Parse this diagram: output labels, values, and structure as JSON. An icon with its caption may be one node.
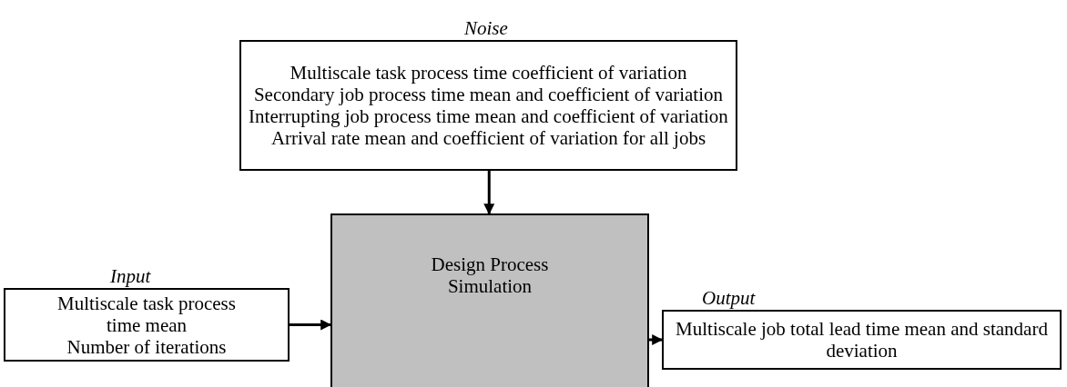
{
  "diagram": {
    "nodes": [
      {
        "text": [
          "Noise",
          "Multiscale task process time coefficient of variation",
          "Secondary job process time mean and coefficient of variation",
          "Interrupting job process time mean  and coefficient of variation",
          "Arrival rate mean and coefficient of variation for all jobs"
        ]
      },
      {
        "text": [
          "Input",
          "Multiscale task process time mean",
          "Number of iterations"
        ]
      },
      {
        "text": [
          "Design Process Simulation"
        ]
      },
      {
        "text": [
          "Output",
          "Multiscale job total lead time mean and standard deviation"
        ]
      }
    ],
    "edges": [
      {
        "from": 0,
        "to": 2,
        "arrow": "to"
      },
      {
        "from": 1,
        "to": 2,
        "arrow": "to"
      },
      {
        "from": 2,
        "to": 3,
        "arrow": "to"
      }
    ]
  }
}
